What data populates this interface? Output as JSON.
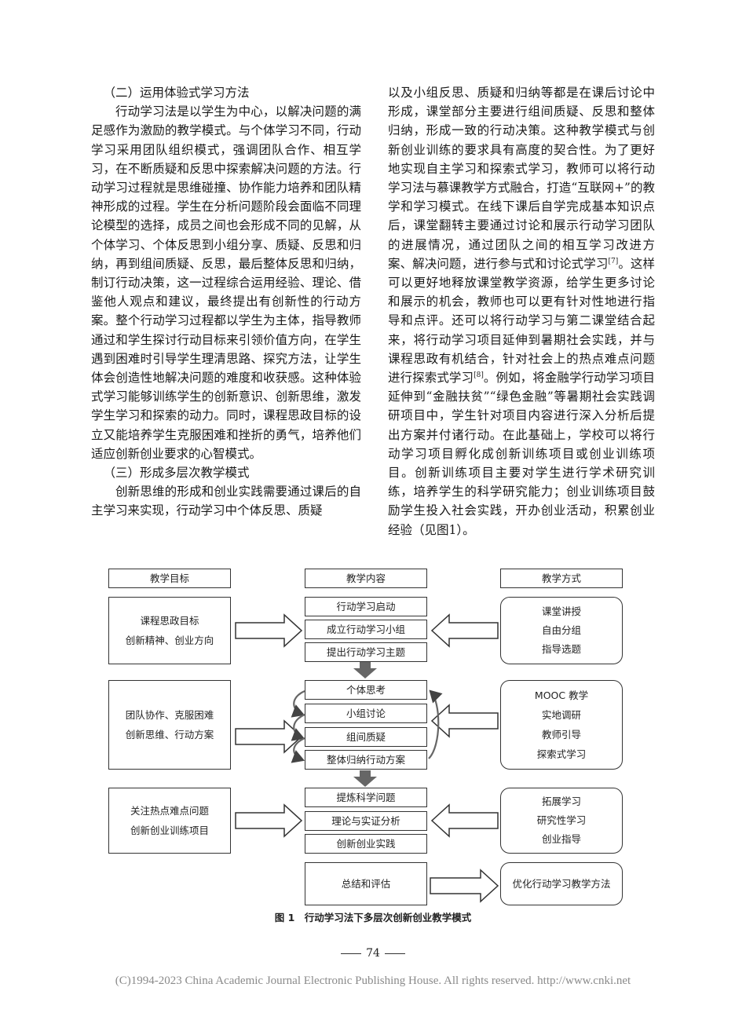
{
  "left_column": {
    "heading1": "（二）运用体验式学习方法",
    "para1": "行动学习法是以学生为中心，以解决问题的满足感作为激励的教学模式。与个体学习不同，行动学习采用团队组织模式，强调团队合作、相互学习，在不断质疑和反思中探索解决问题的方法。行动学习过程就是思维碰撞、协作能力培养和团队精神形成的过程。学生在分析问题阶段会面临不同理论模型的选择，成员之间也会形成不同的见解，从个体学习、个体反思到小组分享、质疑、反思和归纳，再到组间质疑、反思，最后整体反思和归纳，制订行动决策，这一过程综合运用经验、理论、借鉴他人观点和建议，最终提出有创新性的行动方案。整个行动学习过程都以学生为主体，指导教师通过和学生探讨行动目标来引领价值方向，在学生遇到困难时引导学生理清思路、探究方法，让学生体会创造性地解决问题的难度和收获感。这种体验式学习能够训练学生的创新意识、创新思维，激发学生学习和探索的动力。同时，课程思政目标的设立又能培养学生克服困难和挫折的勇气，培养他们适应创新创业要求的心智模式。",
    "heading2": "（三）形成多层次教学模式",
    "para2": "创新思维的形成和创业实践需要通过课后的自主学习来实现，行动学习中个体反思、质疑"
  },
  "right_column": {
    "para_a": "以及小组反思、质疑和归纳等都是在课后讨论中形成，课堂部分主要进行组间质疑、反思和整体归纳，形成一致的行动决策。这种教学模式与创新创业训练的要求具有高度的契合性。为了更好地实现自主学习和探索式学习，教师可以将行动学习法与慕课教学方式融合，打造“互联网+”的教学和学习模式。在线下课后自学完成基本知识点后，课堂翻转主要通过讨论和展示行动学习团队的进展情况，通过团队之间的相互学习改进方案、解决问题，进行参与式和讨论式学习",
    "ref7": "[7]",
    "para_b": "。这样可以更好地释放课堂教学资源，给学生更多讨论和展示的机会，教师也可以更有针对性地进行指导和点评。还可以将行动学习与第二课堂结合起来，将行动学习项目延伸到暑期社会实践，并与课程思政有机结合，针对社会上的热点难点问题进行探索式学习",
    "ref8": "[8]",
    "para_c": "。例如，将金融学行动学习项目延伸到“金融扶贫”“绿色金融”等暑期社会实践调研项目中，学生针对项目内容进行深入分析后提出方案并付诸行动。在此基础上，学校可以将行动学习项目孵化成创新训练项目或创业训练项目。创新训练项目主要对学生进行学术研究训练，培养学生的科学研究能力；创业训练项目鼓励学生投入社会实践，开办创业活动，积累创业经验（见图1）。"
  },
  "figure": {
    "headers": {
      "goals": "教学目标",
      "content": "教学内容",
      "methods": "教学方式"
    },
    "goals": [
      [
        "课程思政目标",
        "创新精神、创业方向"
      ],
      [
        "团队协作、克服困难",
        "创新思维、行动方案"
      ],
      [
        "关注热点难点问题",
        "创新创业训练项目"
      ]
    ],
    "content": {
      "stage1": [
        "行动学习启动",
        "成立行动学习小组",
        "提出行动学习主题"
      ],
      "stage2": [
        "个体思考",
        "小组讨论",
        "组间质疑",
        "整体归纳行动方案"
      ],
      "stage3": [
        "提炼科学问题",
        "理论与实证分析",
        "创新创业实践"
      ],
      "summary": "总结和评估"
    },
    "methods": [
      [
        "课堂讲授",
        "自由分组",
        "指导选题"
      ],
      [
        "MOOC 教学",
        "实地调研",
        "教师引导",
        "探索式学习"
      ],
      [
        "拓展学习",
        "研究性学习",
        "创业指导"
      ]
    ],
    "outcome": "优化行动学习教学方法",
    "caption": "图 1　行动学习法下多层次创新创业教学模式"
  },
  "page_number": "74",
  "footer": "(C)1994-2023 China Academic Journal Electronic Publishing House. All rights reserved.    http://www.cnki.net"
}
